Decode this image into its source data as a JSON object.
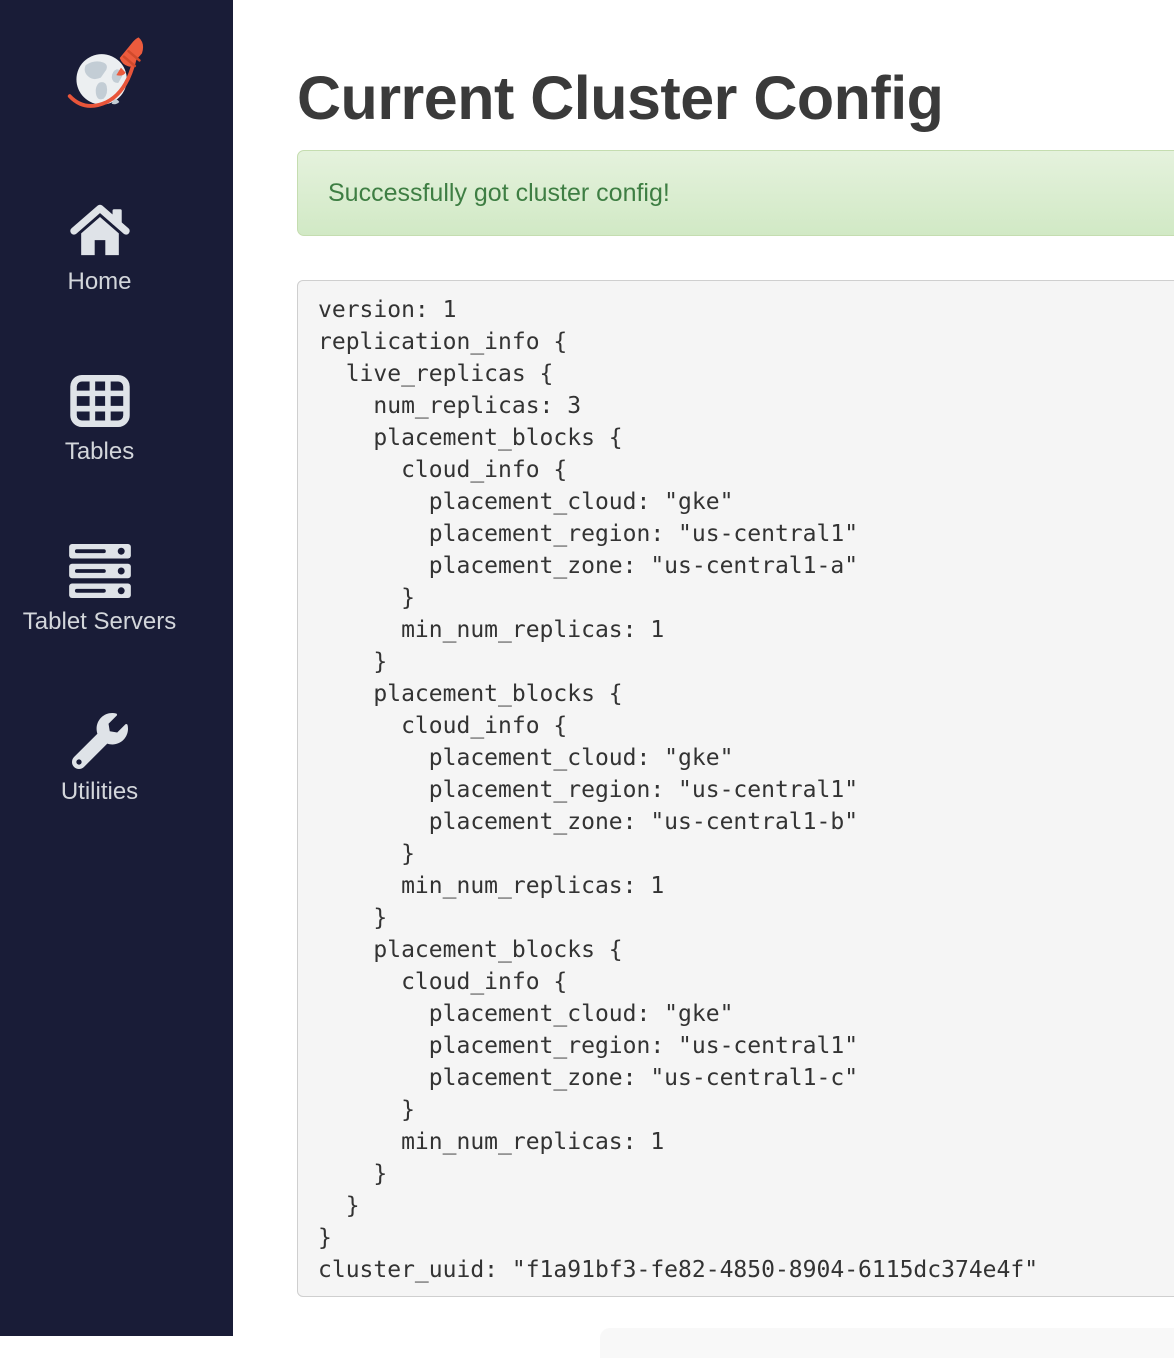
{
  "sidebar": {
    "logo_alt": "YugabyteDB rocket-and-globe logo",
    "items": [
      {
        "label": "Home",
        "icon": "home-icon"
      },
      {
        "label": "Tables",
        "icon": "table-icon"
      },
      {
        "label": "Tablet Servers",
        "icon": "servers-icon"
      },
      {
        "label": "Utilities",
        "icon": "wrench-icon"
      }
    ]
  },
  "main": {
    "title": "Current Cluster Config",
    "alert": {
      "type": "success",
      "message": "Successfully got cluster config!"
    },
    "config_text": "version: 1\nreplication_info {\n  live_replicas {\n    num_replicas: 3\n    placement_blocks {\n      cloud_info {\n        placement_cloud: \"gke\"\n        placement_region: \"us-central1\"\n        placement_zone: \"us-central1-a\"\n      }\n      min_num_replicas: 1\n    }\n    placement_blocks {\n      cloud_info {\n        placement_cloud: \"gke\"\n        placement_region: \"us-central1\"\n        placement_zone: \"us-central1-b\"\n      }\n      min_num_replicas: 1\n    }\n    placement_blocks {\n      cloud_info {\n        placement_cloud: \"gke\"\n        placement_region: \"us-central1\"\n        placement_zone: \"us-central1-c\"\n      }\n      min_num_replicas: 1\n    }\n  }\n}\ncluster_uuid: \"f1a91bf3-fe82-4850-8904-6115dc374e4f\"",
    "cluster_uuid": "f1a91bf3-fe82-4850-8904-6115dc374e4f"
  },
  "colors": {
    "sidebar_bg": "#191c37",
    "logo_accent": "#e8553a",
    "icon_color": "#dfe3e8",
    "alert_bg_top": "#e5f2dd",
    "alert_bg_bottom": "#d1e9c5",
    "alert_border": "#c5ddb0",
    "alert_text": "#3e7e43",
    "code_bg": "#f5f5f5",
    "code_border": "#cfcfcf",
    "code_text": "#333333",
    "title_text": "#3a3a3a"
  }
}
